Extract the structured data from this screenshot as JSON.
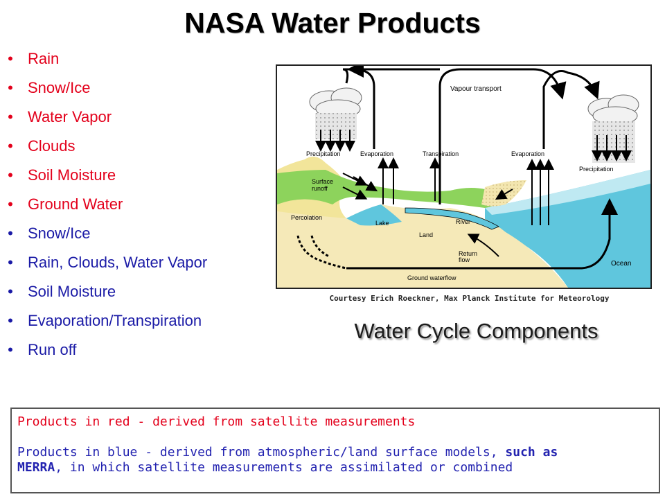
{
  "title": "NASA Water Products",
  "products": [
    {
      "label": "Rain",
      "color": "#e3001b"
    },
    {
      "label": "Snow/Ice",
      "color": "#e3001b"
    },
    {
      "label": "Water Vapor",
      "color": "#e3001b"
    },
    {
      "label": "Clouds",
      "color": "#e3001b"
    },
    {
      "label": "Soil Moisture",
      "color": "#e3001b"
    },
    {
      "label": "Ground Water",
      "color": "#e3001b"
    },
    {
      "label": "Snow/Ice",
      "color": "#1a1aa6"
    },
    {
      "label": "Rain, Clouds, Water Vapor",
      "color": "#1a1aa6"
    },
    {
      "label": "Soil Moisture",
      "color": "#1a1aa6"
    },
    {
      "label": "Evaporation/Transpiration",
      "color": "#1a1aa6"
    },
    {
      "label": "Run off",
      "color": "#1a1aa6"
    }
  ],
  "bullet": "•",
  "diagram": {
    "labels": {
      "vapour_transport": "Vapour transport",
      "precipitation_left": "Precipitation",
      "evaporation_left": "Evaporation",
      "transpiration": "Transpiration",
      "evaporation_right": "Evaporation",
      "precipitation_right": "Precipitation",
      "surface_runoff_1": "Surface",
      "surface_runoff_2": "runoff",
      "percolation": "Percolation",
      "lake": "Lake",
      "river": "River",
      "land": "Land",
      "return_flow_1": "Return",
      "return_flow_2": "flow",
      "ocean": "Ocean",
      "ground_waterflow": "Ground waterflow"
    }
  },
  "credit": "Courtesy Erich Roeckner, Max Planck Institute for Meteorology",
  "caption": "Water Cycle Components",
  "legend": {
    "red_line": "Products in red - derived from satellite measurements",
    "blue_a": "Products in blue -  derived from atmospheric/land surface models",
    "blue_b": ", ",
    "blue_bold1": "such as",
    "blue_bold2": "MERRA",
    "blue_c": ", in which satellite measurements are assimilated or combined"
  },
  "colors": {
    "satellite": "#e3001b",
    "model": "#1a1aa6"
  }
}
